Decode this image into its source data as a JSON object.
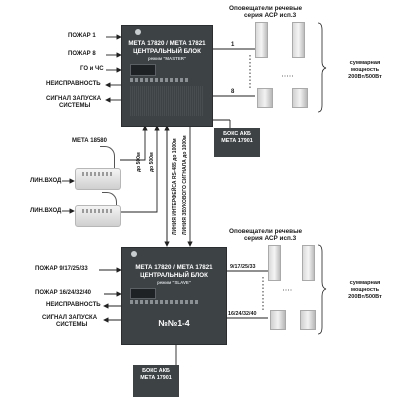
{
  "master": {
    "title_line1": "МЕТА 17820 / МЕТА 17821",
    "title_line2": "ЦЕНТРАЛЬНЫЙ БЛОК",
    "mode": "режим \"MASTER\""
  },
  "slave": {
    "title_line1": "МЕТА 17820 / МЕТА 17821",
    "title_line2": "ЦЕНТРАЛЬНЫЙ БЛОК",
    "mode": "режим \"SLAVE\"",
    "numbers": "№№1-4"
  },
  "master_inputs": {
    "fire1": "ПОЖАР 1",
    "fire8": "ПОЖАР 8",
    "go_chs": "ГО и ЧС",
    "fault": "НЕИСПРАВНОСТЬ",
    "start_line1": "СИГНАЛ ЗАПУСКА",
    "start_line2": "СИСТЕМЫ"
  },
  "slave_inputs": {
    "fire_a": "ПОЖАР   9/17/25/33",
    "fire_b": "ПОЖАР 16/24/32/40",
    "fault": "НЕИСПРАВНОСТЬ",
    "start_line1": "СИГНАЛ ЗАПУСКА",
    "start_line2": "СИСТЕМЫ"
  },
  "speakers_top": {
    "caption_line1": "Оповещатели речевые",
    "caption_line2": "серия АСР исп.3",
    "line1_label": "1",
    "line8_label": "8",
    "sum_line1": "суммарная",
    "sum_line2": "мощность",
    "sum_line3": "200Вт/500Вт"
  },
  "speakers_bottom": {
    "caption_line1": "Оповещатели речевые",
    "caption_line2": "серия АСР исп.3",
    "line_a_label": "9/17/25/33",
    "line_b_label": "16/24/32/40",
    "sum_line1": "суммарная",
    "sum_line2": "мощность",
    "sum_line3": "200Вт/500Вт"
  },
  "battery_top": {
    "line1": "БОКС АКБ",
    "line2": "МЕТА 17901"
  },
  "battery_bottom": {
    "line1": "БОКС АКБ",
    "line2": "МЕТА 17901"
  },
  "microphone": {
    "model": "МЕТА 18580",
    "input1": "ЛИН.ВХОД",
    "input2": "ЛИН.ВХОД"
  },
  "cables": {
    "mic1": "до 500м",
    "mic2": "до 500м",
    "rs485": "ЛИНИЯ ИНТЕРФЕЙСА RS-485 до 1000м",
    "audio": "ЛИНИЯ ЗВУКОВОГО СИГНАЛА до 1000м"
  }
}
